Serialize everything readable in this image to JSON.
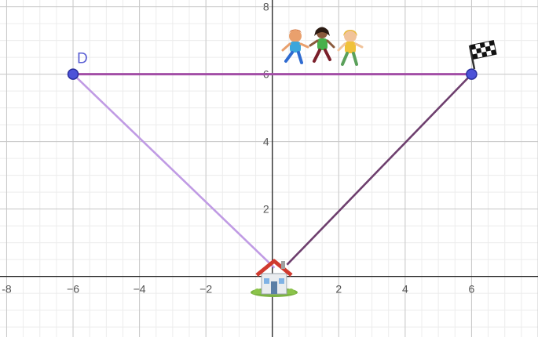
{
  "graph": {
    "x_range": [
      -8.2,
      8
    ],
    "y_range": [
      -1.8,
      8.2
    ],
    "major_step": 2,
    "minor_step": 0.5,
    "x_ticks": [
      -8,
      -6,
      -4,
      -2,
      2,
      4,
      6
    ],
    "y_ticks": [
      2,
      4,
      6,
      8
    ],
    "x_tick_labels": [
      "-8",
      "−6",
      "−4",
      "−2",
      "2",
      "4",
      "6"
    ],
    "y_tick_labels": [
      "2",
      "4",
      "6",
      "8"
    ],
    "colors": {
      "minor_grid": "#ececec",
      "major_grid": "#c8c8c8",
      "axis": "#222222",
      "tick_label": "#555555",
      "segment_dr": "#a24ea6",
      "segment_house_d": "#c09be4",
      "segment_house_r": "#6e3f6e",
      "point_fill": "#4c52d8",
      "point_stroke": "#2a2f9c",
      "label_d": "#5a5fd4"
    }
  },
  "points": {
    "D": {
      "x": -6,
      "y": 6,
      "label": "D"
    },
    "R": {
      "x": 6,
      "y": 6
    },
    "H": {
      "x": 0.3,
      "y": 0.3
    }
  },
  "icons": {
    "house": "house-icon",
    "flag": "checkered-flag-icon",
    "kids": "running-children-icon"
  }
}
